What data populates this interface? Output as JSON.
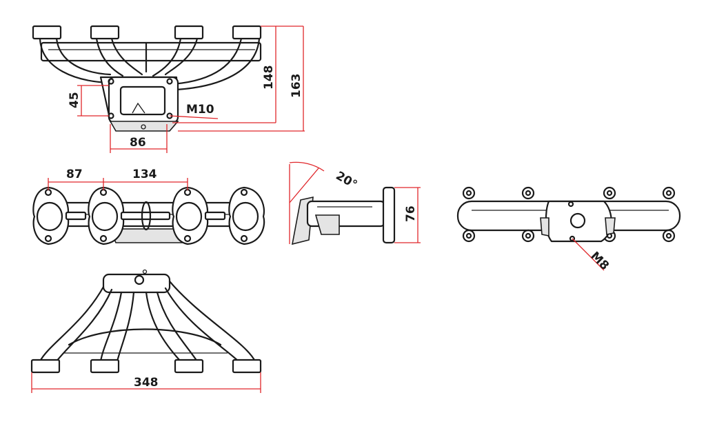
{
  "drawing": {
    "colors": {
      "dimension_line": "#e0262a",
      "part_line": "#1a1a1a",
      "background": "#ffffff"
    },
    "top_view": {
      "dim_height_inner": "148",
      "dim_height_outer": "163",
      "dim_flange_offset": "45",
      "dim_flange_width": "86",
      "thread_flange": "M10"
    },
    "port_view": {
      "dim_pitch_a": "87",
      "dim_pitch_b": "134"
    },
    "side_view": {
      "angle": "20°",
      "dim_flange_height": "76"
    },
    "rear_view": {
      "thread_outlet": "M8"
    },
    "bottom_view": {
      "dim_overall_width": "348"
    }
  }
}
